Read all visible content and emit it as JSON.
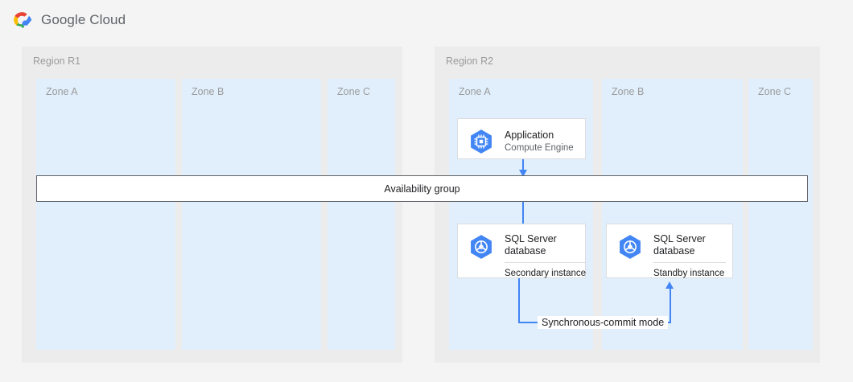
{
  "header": {
    "logo_icon": "google-cloud-logo-icon",
    "brand": "Google Cloud"
  },
  "regions": [
    {
      "id": "r1",
      "label": "Region R1",
      "zones": [
        {
          "id": "r1-a",
          "label": "Zone A"
        },
        {
          "id": "r1-b",
          "label": "Zone B"
        },
        {
          "id": "r1-c",
          "label": "Zone C"
        }
      ]
    },
    {
      "id": "r2",
      "label": "Region R2",
      "zones": [
        {
          "id": "r2-a",
          "label": "Zone A"
        },
        {
          "id": "r2-b",
          "label": "Zone B"
        },
        {
          "id": "r2-c",
          "label": "Zone C"
        }
      ]
    }
  ],
  "availability_group": {
    "label": "Availability group"
  },
  "nodes": {
    "application": {
      "icon": "compute-engine-icon",
      "title": "Application",
      "subtitle": "Compute Engine"
    },
    "secondary_db": {
      "icon": "sql-server-database-icon",
      "title": "SQL Server\ndatabase",
      "instance": "Secondary instance"
    },
    "standby_db": {
      "icon": "sql-server-database-icon",
      "title": "SQL Server\ndatabase",
      "instance": "Standby instance"
    }
  },
  "connectors": {
    "app_to_ag": {
      "arrow": "arrow-down-icon"
    },
    "ag_to_secondary": {
      "arrow": "arrow-down-icon"
    },
    "replication": {
      "label": "Synchronous-commit mode",
      "arrow": "arrow-up-icon"
    }
  },
  "colors": {
    "page_background": "#f4f4f4",
    "region_background": "#ececec",
    "zone_background": "#e1effc",
    "accent_blue": "#4285f4",
    "card_border": "#dadce0",
    "bar_border": "#5f6368",
    "muted_text": "#9b9b9b",
    "body_text": "#202124"
  }
}
